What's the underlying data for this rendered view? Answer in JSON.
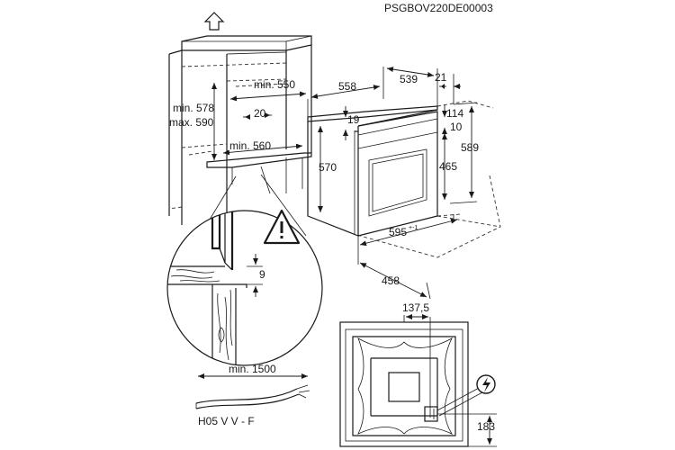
{
  "document_code": "PSGBOV220DE00003",
  "dims": {
    "min_578": "min. 578",
    "max_590": "max. 590",
    "min_550": "min. 550",
    "d20": "20",
    "min_560": "min. 560",
    "d9": "9",
    "d558": "558",
    "d539": "539",
    "d21": "21",
    "d19": "19",
    "d114": "114",
    "d10": "10",
    "d570": "570",
    "d589": "589",
    "d465": "465",
    "d595": "595",
    "d595_tol": "+-1",
    "d458": "458",
    "d137_5": "137,5",
    "d183": "183",
    "min_1500": "min. 1500"
  },
  "cable_type": "H05 V V - F",
  "icons": [
    "up-arrow-icon",
    "warning-triangle-icon",
    "electrical-connection-icon"
  ]
}
